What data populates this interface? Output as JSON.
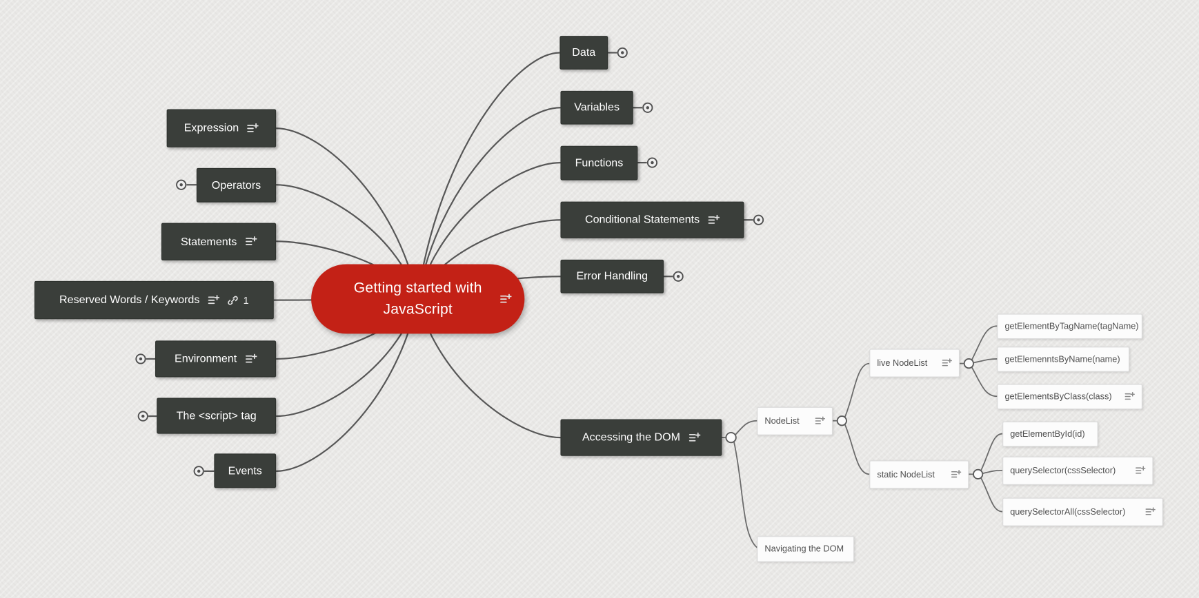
{
  "app": {
    "type": "mindmap",
    "palette": {
      "background": "#e9e8e6",
      "center_node": "#c32116",
      "branch_node": "#3a3e3a",
      "leaf_node": "#fcfcfc",
      "wire": "#575757",
      "text_on_dark": "#ffffff",
      "text_on_light": "#4f4f4f"
    },
    "icons": {
      "notes": "notes-icon (lines with plus)",
      "link": "link-icon (chain)",
      "collapse": "circle-with-dot",
      "branch_point": "open-circle"
    }
  },
  "center": {
    "line1": "Getting started with",
    "line2": "JavaScript",
    "label": "Getting started with JavaScript",
    "has_notes": true
  },
  "left": [
    {
      "label": "Expression",
      "has_notes": true
    },
    {
      "label": "Operators",
      "collapsed": true
    },
    {
      "label": "Statements",
      "has_notes": true
    },
    {
      "label": "Reserved Words / Keywords",
      "has_notes": true,
      "has_link": true,
      "link_count": "1"
    },
    {
      "label": "Environment",
      "has_notes": true,
      "collapsed": true
    },
    {
      "label": "The <script> tag",
      "collapsed": true
    },
    {
      "label": "Events",
      "collapsed": true
    }
  ],
  "right": [
    {
      "label": "Data",
      "collapsed": true
    },
    {
      "label": "Variables",
      "collapsed": true
    },
    {
      "label": "Functions",
      "collapsed": true
    },
    {
      "label": "Conditional Statements",
      "has_notes": true,
      "collapsed": true
    },
    {
      "label": "Error Handling",
      "collapsed": true
    },
    {
      "label": "Accessing the DOM",
      "has_notes": true
    }
  ],
  "dom_subtree": {
    "nodelist": {
      "label": "NodeList",
      "has_notes": true
    },
    "navigating": {
      "label": "Navigating the DOM"
    },
    "live_nodelist": {
      "label": "live NodeList",
      "has_notes": true
    },
    "static_nodelist": {
      "label": "static NodeList",
      "has_notes": true
    },
    "live_children": [
      {
        "label": "getElementByTagName(tagName)"
      },
      {
        "label": "getElemenntsByName(name)"
      },
      {
        "label": "getElementsByClass(class)",
        "has_notes": true
      }
    ],
    "static_children": [
      {
        "label": "getElementById(id)"
      },
      {
        "label": "querySelector(cssSelector)",
        "has_notes": true
      },
      {
        "label": "querySelectorAll(cssSelector)",
        "has_notes": true
      }
    ]
  }
}
